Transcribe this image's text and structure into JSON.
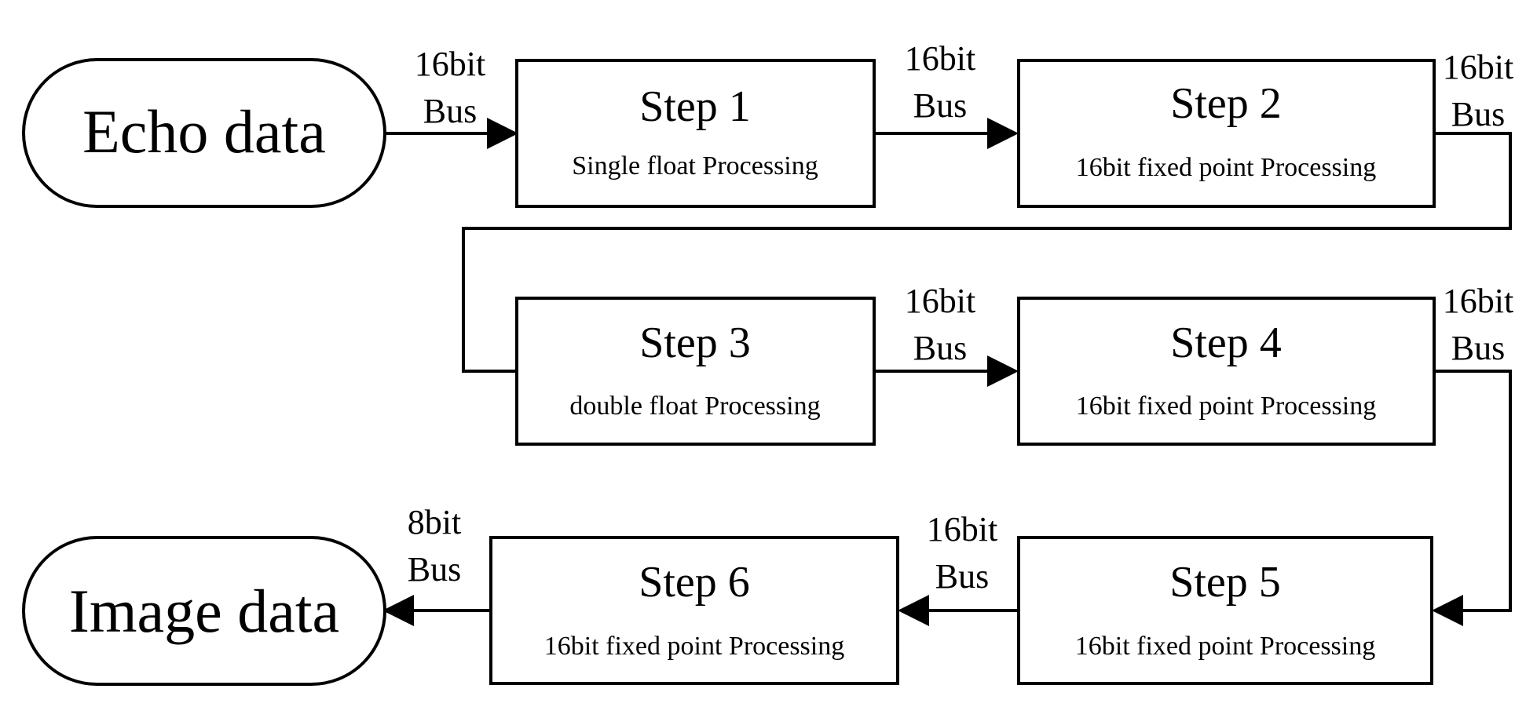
{
  "terminals": {
    "input": "Echo data",
    "output": "Image data"
  },
  "steps": [
    {
      "title": "Step 1",
      "subtitle": "Single float Processing"
    },
    {
      "title": "Step 2",
      "subtitle": "16bit fixed point Processing"
    },
    {
      "title": "Step 3",
      "subtitle": "double float Processing"
    },
    {
      "title": "Step 4",
      "subtitle": "16bit fixed point Processing"
    },
    {
      "title": "Step 5",
      "subtitle": "16bit fixed point Processing"
    },
    {
      "title": "Step 6",
      "subtitle": "16bit fixed point Processing"
    }
  ],
  "buses": [
    {
      "width": "16bit",
      "label": "Bus"
    },
    {
      "width": "16bit",
      "label": "Bus"
    },
    {
      "width": "16bit",
      "label": "Bus"
    },
    {
      "width": "16bit",
      "label": "Bus"
    },
    {
      "width": "16bit",
      "label": "Bus"
    },
    {
      "width": "16bit",
      "label": "Bus"
    },
    {
      "width": "8bit",
      "label": "Bus"
    }
  ]
}
